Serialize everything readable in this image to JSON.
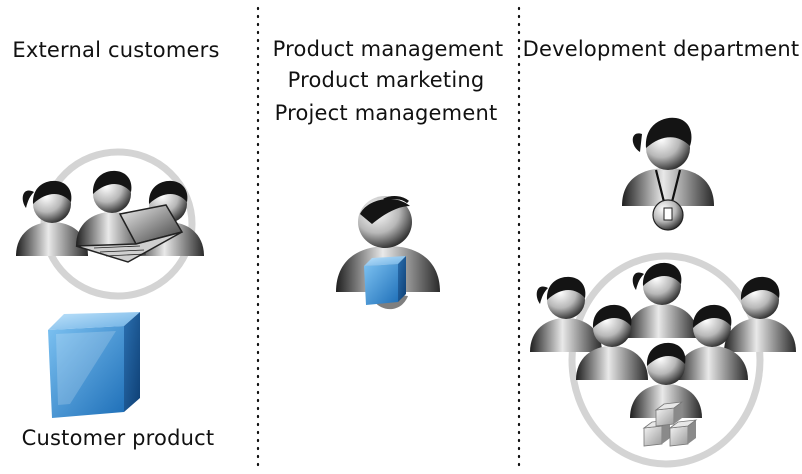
{
  "columns": [
    {
      "id": "external",
      "labels": [
        "External customers"
      ],
      "icons": [
        "customer-group-icon",
        "laptop-icon",
        "product-cube-icon"
      ],
      "footer": "Customer product"
    },
    {
      "id": "product",
      "labels": [
        "Product management",
        "Product marketing",
        "Project management"
      ],
      "icons": [
        "product-manager-icon",
        "small-cube-icon"
      ]
    },
    {
      "id": "development",
      "labels": [
        "Development department"
      ],
      "icons": [
        "developer-with-badge-icon",
        "developer-team-icon",
        "stacked-boxes-icon"
      ]
    }
  ],
  "colors": {
    "divider": "#111111",
    "ring": "#d8d8d8",
    "person_dark": "#2b2b2b",
    "person_light": "#e4e4e4",
    "cube_blue": "#2f7fc9",
    "cube_light": "#9fd0f2"
  }
}
